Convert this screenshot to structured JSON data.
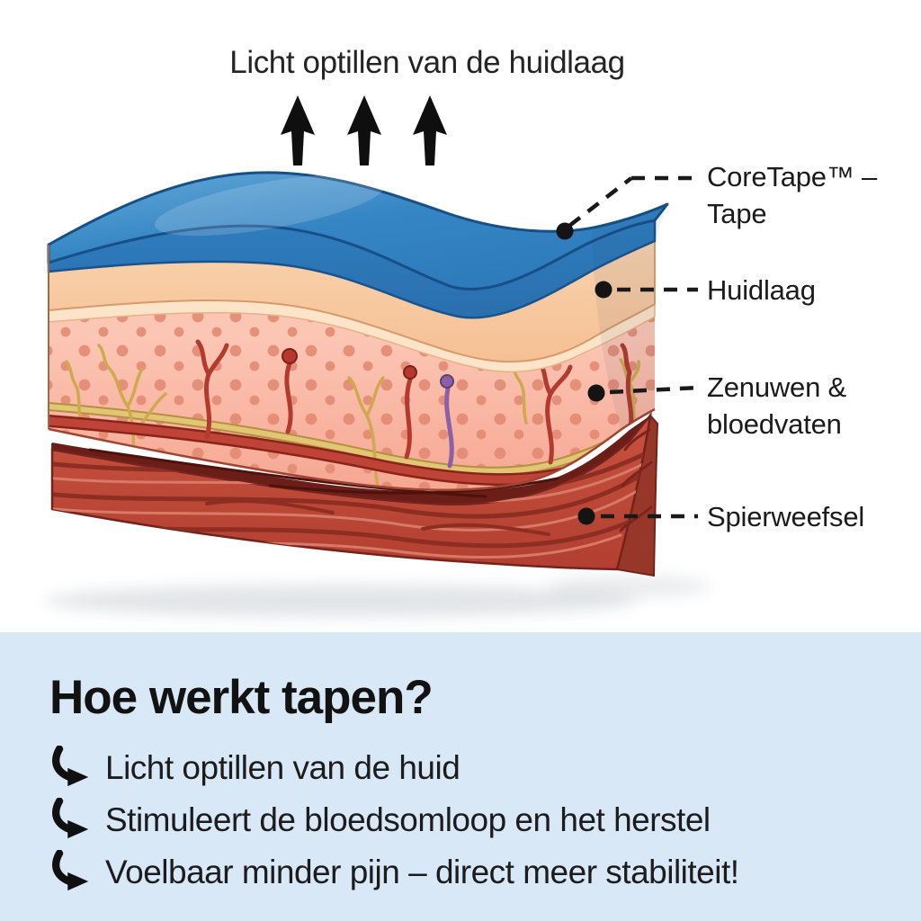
{
  "title": "Licht optillen van de huidlaag",
  "diagram": {
    "labels": [
      {
        "id": "coretape",
        "line1": "CoreTape™ –",
        "line2": "Tape"
      },
      {
        "id": "huidlaag",
        "line1": "Huidlaag",
        "line2": ""
      },
      {
        "id": "zenuwen",
        "line1": "Zenuwen &",
        "line2": "bloedvaten"
      },
      {
        "id": "spierweefsel",
        "line1": "Spierweefsel",
        "line2": ""
      }
    ],
    "layers": [
      "tape",
      "huidlaag",
      "zenuwen-bloedvaten",
      "spierweefsel"
    ]
  },
  "info_panel": {
    "heading": "Hoe werkt tapen?",
    "bullets": [
      "Licht optillen van de huid",
      "Stimuleert de bloedsomloop en het herstel",
      "Voelbaar minder pijn – direct meer stabiliteit!"
    ]
  },
  "colors": {
    "background": "#ffffff",
    "panel_background": "#d8e8f6",
    "text": "#1b1b1b",
    "tape_blue": "#3585c4",
    "skin_peach": "#f8caa3",
    "dermis_pink": "#f6ab97",
    "vessel_red": "#b43a2e",
    "nerve_yellow": "#e3c576",
    "nerve_purple": "#8d60a5",
    "muscle_red": "#c04b3c"
  }
}
